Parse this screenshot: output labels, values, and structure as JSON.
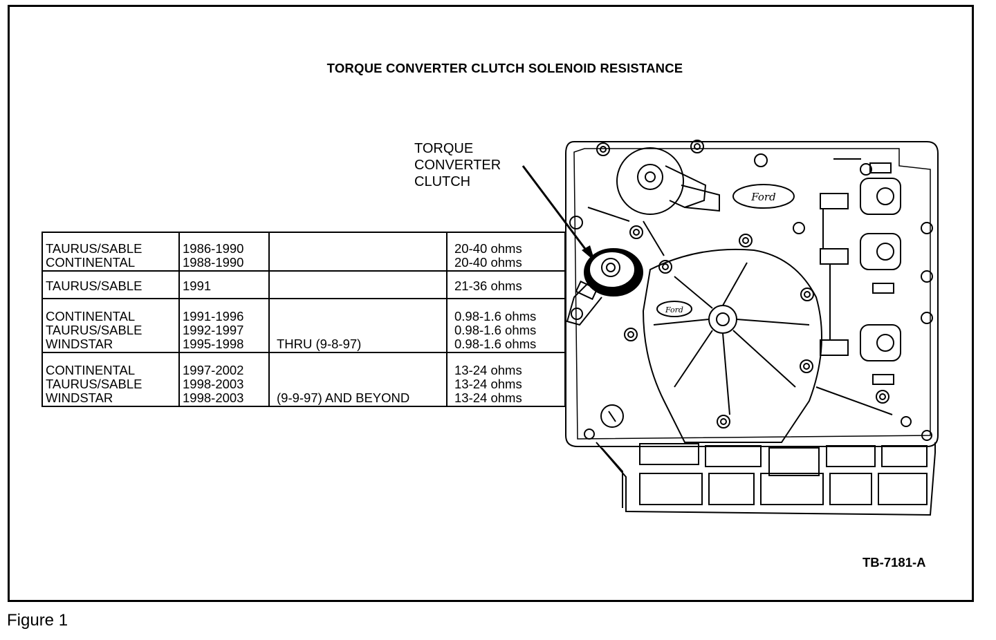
{
  "title": "TORQUE CONVERTER CLUTCH SOLENOID RESISTANCE",
  "callout": {
    "lines": [
      "TORQUE",
      "CONVERTER",
      "CLUTCH"
    ]
  },
  "logo_text": "Ford",
  "table": {
    "rows": [
      {
        "models": [
          "TAURUS/SABLE",
          "CONTINENTAL"
        ],
        "years": [
          "1986-1990",
          "1988-1990"
        ],
        "note": [
          "",
          ""
        ],
        "resistance": [
          "20-40 ohms",
          "20-40 ohms"
        ]
      },
      {
        "models": [
          "TAURUS/SABLE"
        ],
        "years": [
          "1991"
        ],
        "note": [
          ""
        ],
        "resistance": [
          "21-36 ohms"
        ]
      },
      {
        "models": [
          "CONTINENTAL",
          "TAURUS/SABLE",
          "WINDSTAR"
        ],
        "years": [
          "1991-1996",
          "1992-1997",
          "1995-1998"
        ],
        "note": [
          "",
          "",
          "THRU (9-8-97)"
        ],
        "resistance": [
          "0.98-1.6 ohms",
          "0.98-1.6 ohms",
          "0.98-1.6 ohms"
        ]
      },
      {
        "models": [
          "CONTINENTAL",
          "TAURUS/SABLE",
          "WINDSTAR"
        ],
        "years": [
          "1997-2002",
          "1998-2003",
          "1998-2003"
        ],
        "note": [
          "",
          "",
          "(9-9-97) AND BEYOND"
        ],
        "resistance": [
          "13-24 ohms",
          "13-24 ohms",
          "13-24 ohms"
        ]
      }
    ]
  },
  "reference": "TB-7181-A",
  "caption": "Figure 1"
}
